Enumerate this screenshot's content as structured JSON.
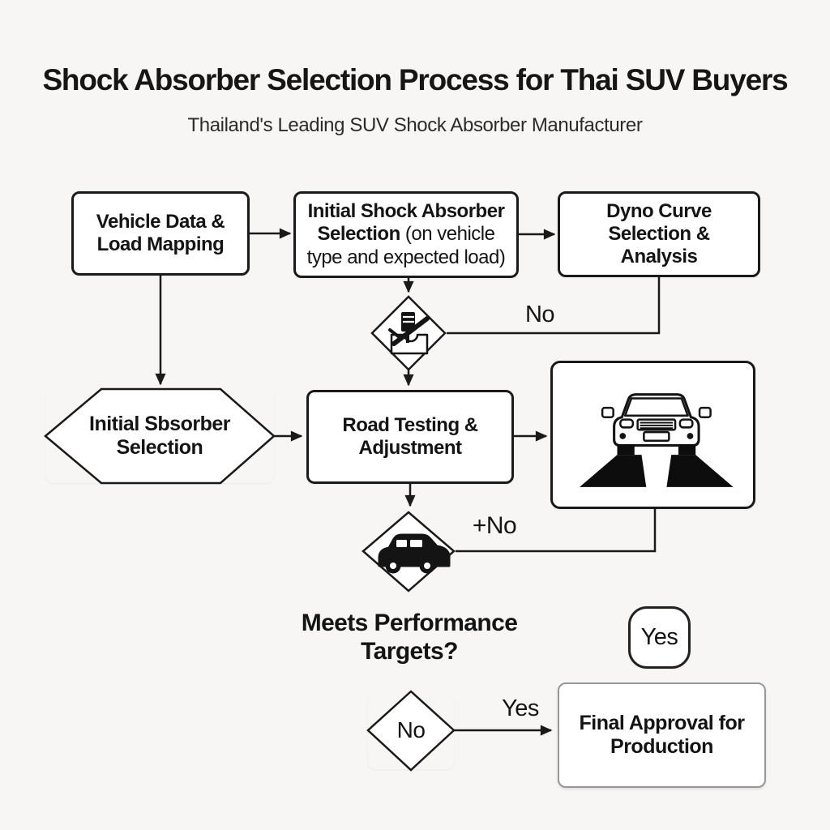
{
  "title": "Shock Absorber Selection Process for Thai SUV Buyers",
  "subtitle": "Thailand's Leading SUV Shock Absorber Manufacturer",
  "colors": {
    "background": "#f7f6f5",
    "ink": "#141414",
    "node_fill": "#ffffff",
    "final_border": "#979797"
  },
  "nodes": {
    "vehicle_data": {
      "label": "Vehicle Data &\nLoad Mapping"
    },
    "initial_shock_selection": {
      "label_bold": "Initial Shock Absorber Selection",
      "label_rest": " (on vehicle type and expected load)"
    },
    "dyno_curve": {
      "label": "Dyno Curve\nSelection &\nAnalysis"
    },
    "decision_shock": {
      "icon": "shock-absorber-icon"
    },
    "initial_absorber_hex": {
      "label": "Initial Sbsorber\nSelection"
    },
    "road_testing": {
      "label": "Road Testing &\nAdjustment"
    },
    "road_image": {
      "icon": "suv-front-road-icon"
    },
    "decision_suv": {
      "icon": "suv-side-icon"
    },
    "question": {
      "label": "Meets Performance\nTargets?"
    },
    "yes_badge": {
      "label": "Yes"
    },
    "decision_no": {
      "label": "No"
    },
    "final_approval": {
      "label": "Final Approval for\nProduction"
    }
  },
  "edge_labels": {
    "no_dyno": "No",
    "plus_no": "+No",
    "yes_final": "Yes"
  }
}
